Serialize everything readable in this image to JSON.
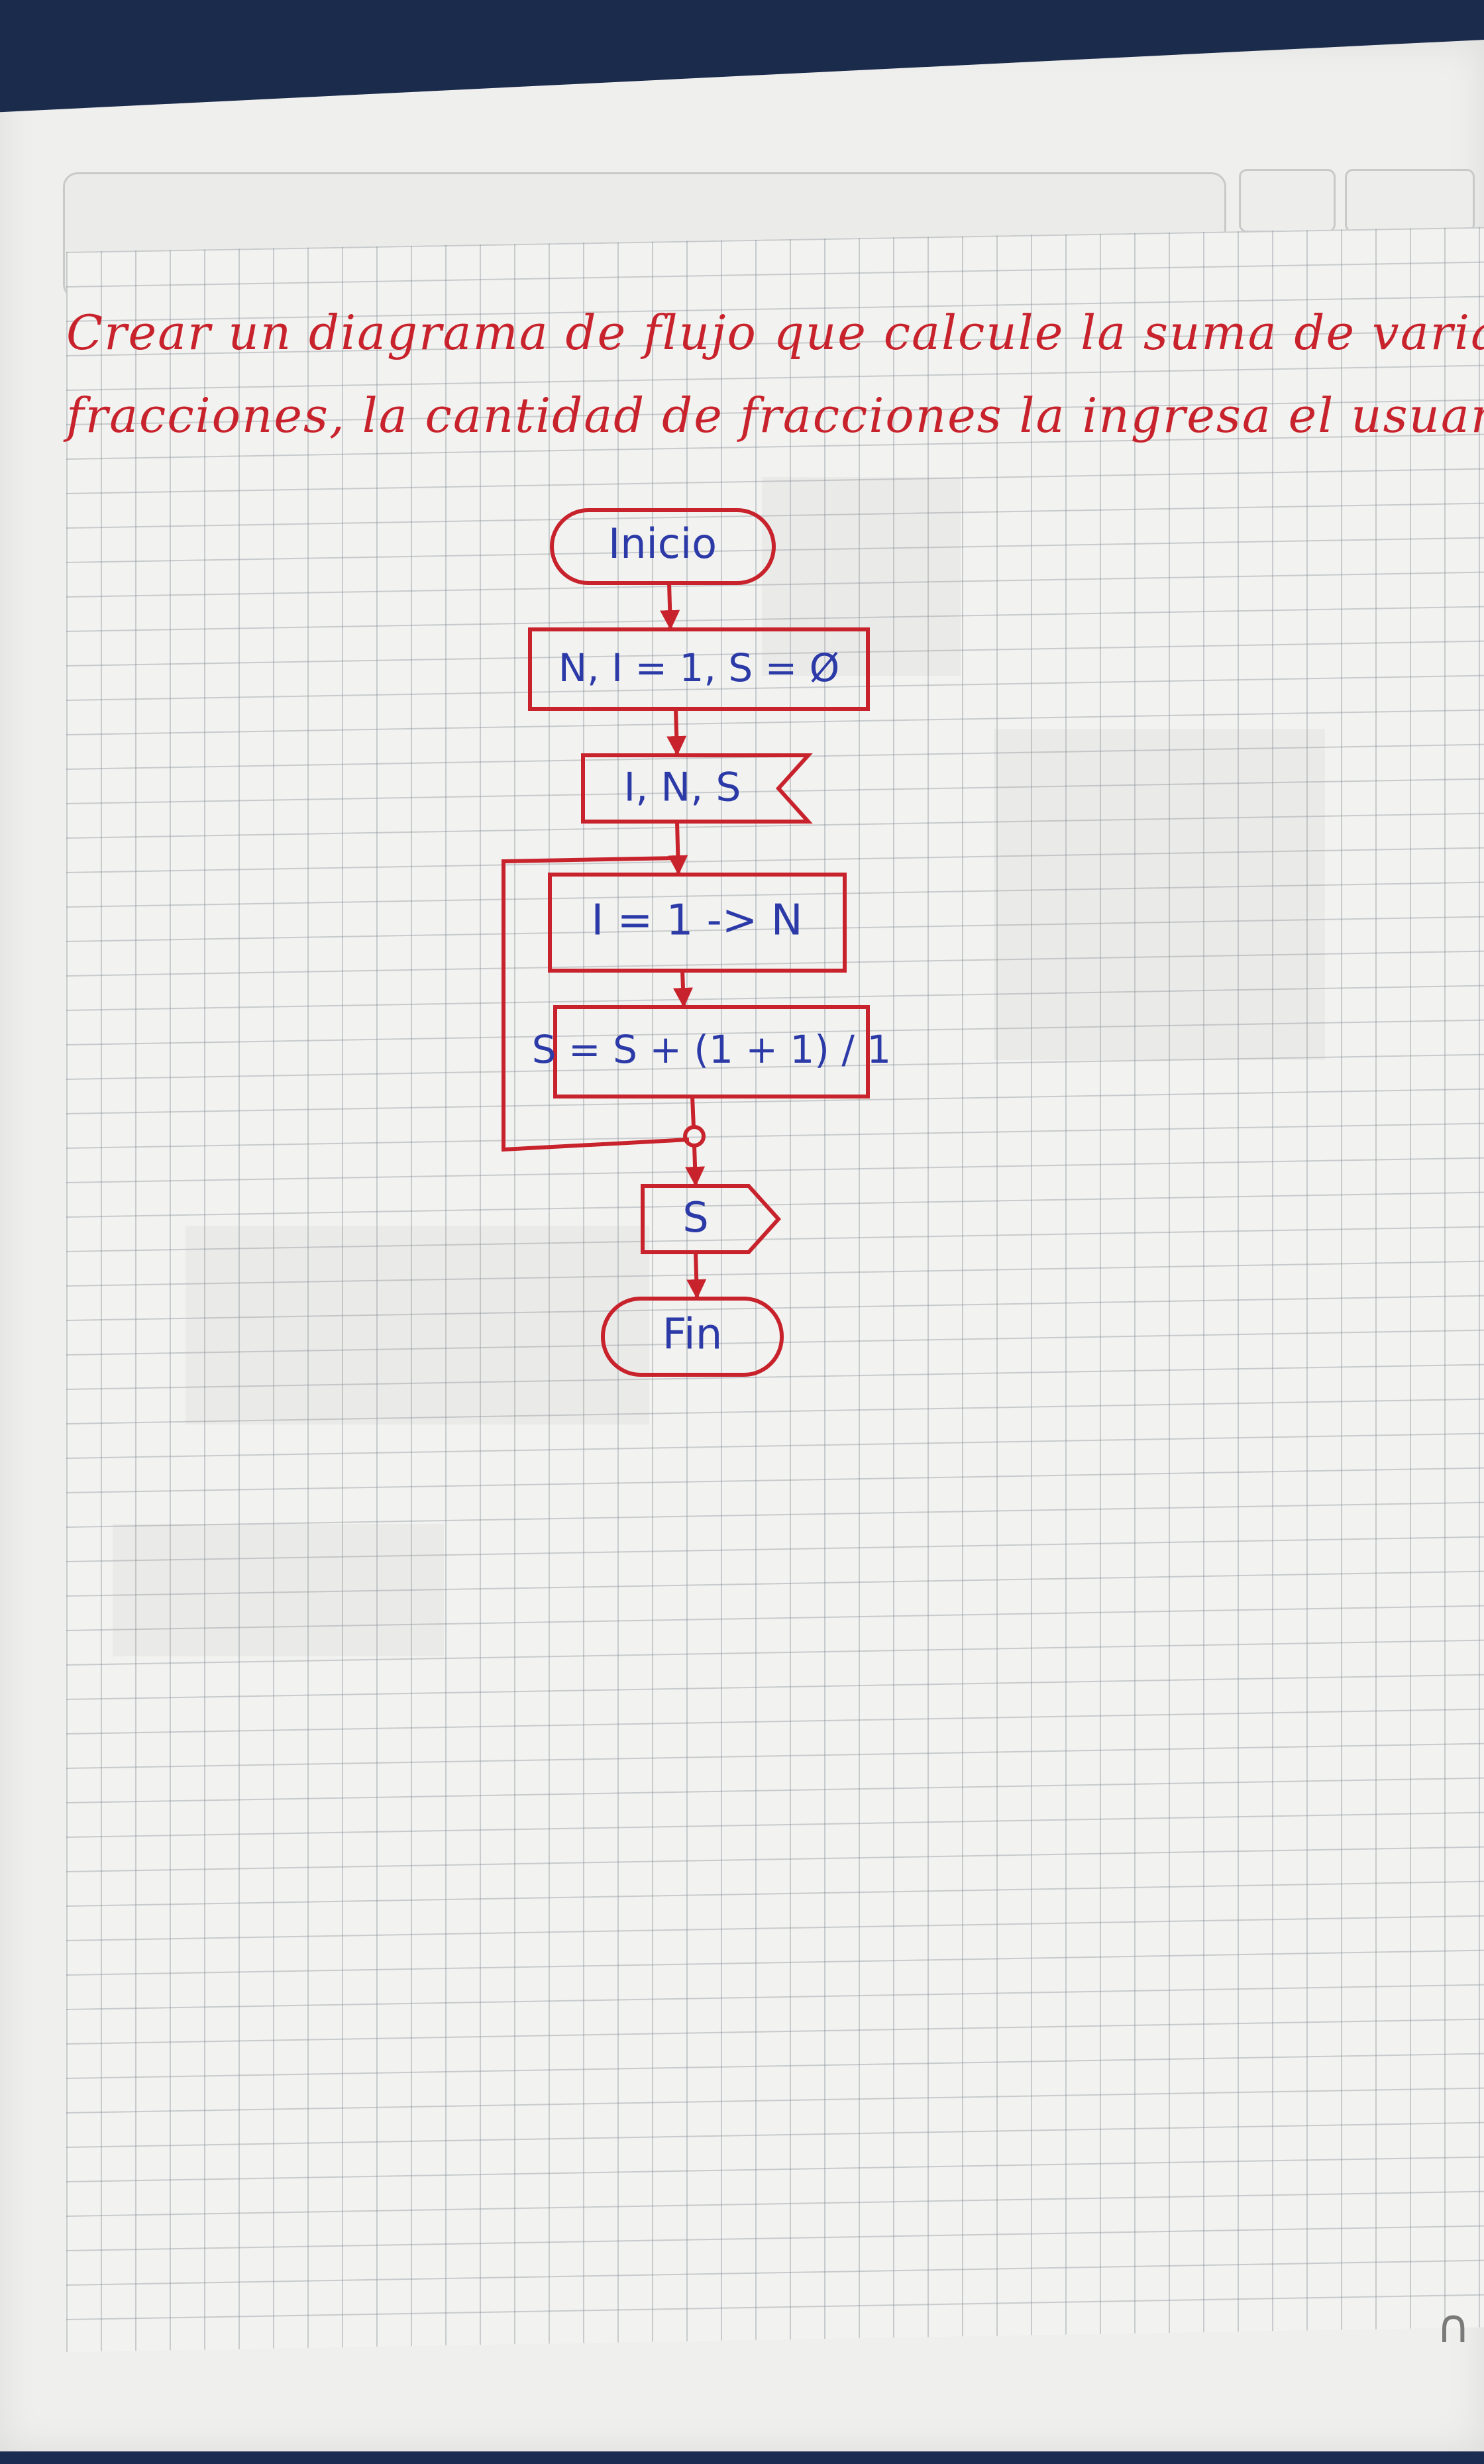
{
  "problem_statement": {
    "line1": "Crear un diagrama de flujo que calcule la suma de varias",
    "line2": "fracciones, la cantidad de fracciones la ingresa el usuario"
  },
  "flowchart": {
    "start_label": "Inicio",
    "init_label": "N, I = 1, S = Ø",
    "input_label": "I, N, S",
    "loop_label": "I = 1 -> N",
    "process_label": "S = S + (1 + 1) / 1",
    "output_label": "S",
    "end_label": "Fin"
  },
  "colors": {
    "ink_red": "#c8232c",
    "ink_blue": "#2c3aa8",
    "grid": "#8c96a0"
  }
}
